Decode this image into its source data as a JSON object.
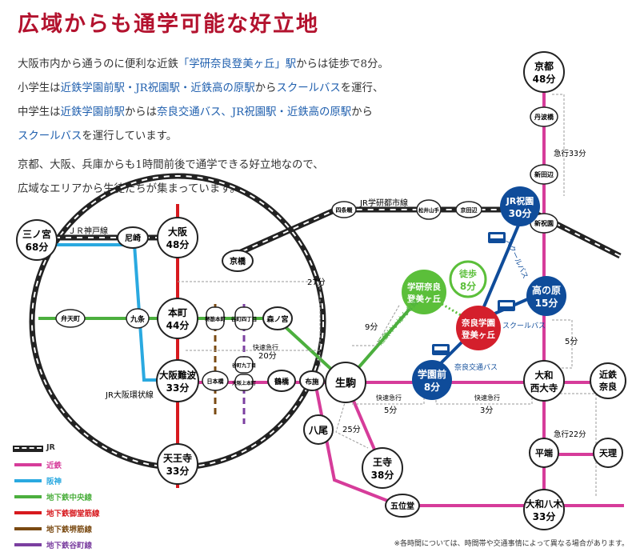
{
  "title": "広域からも通学可能な好立地",
  "intro": {
    "l1a": "大阪市内から通うのに便利な近鉄",
    "l1b": "「学研奈良登美ヶ丘」駅",
    "l1c": "からは徒歩で8分。",
    "l2a": "小学生は",
    "l2b": "近鉄学園前駅・JR祝園駅・近鉄高の原駅",
    "l2c": "から",
    "l2d": "スクールバス",
    "l2e": "を運行、",
    "l3a": "中学生は",
    "l3b": "近鉄学園前駅",
    "l3c": "からは",
    "l3d": "奈良交通バス、JR祝園駅・近鉄高の原駅",
    "l3e": "から",
    "l4a": "スクールバス",
    "l4b": "を運行しています。"
  },
  "intro2": {
    "l1": "京都、大阪、兵庫からも1時間前後で通学できる好立地なので、",
    "l2": "広域なエリアから生徒たちが集まっています。"
  },
  "colors": {
    "jr": "#222222",
    "kintetsu": "#d63c9a",
    "hanshin": "#2aa9e0",
    "chuo": "#4caf3e",
    "midosuji": "#d7191e",
    "sakaisuji": "#7a4a12",
    "tanimachi": "#7b3fa0",
    "school_blue": "#0f4c9a",
    "school_green": "#5bbf3a",
    "school_red": "#d41f2c"
  },
  "stations": {
    "sannomiya": {
      "name": "三ノ宮",
      "time": "68分"
    },
    "amagasaki": "尼崎",
    "osaka": {
      "name": "大阪",
      "time": "48分"
    },
    "kyobashi": "京橋",
    "hommachi": {
      "name": "本町",
      "time": "44分"
    },
    "bentencho": "弁天町",
    "kujo": "九条",
    "sakaisuji_hommachi": "堺筋本町",
    "tanimachi4": "谷町四丁目",
    "morinomiya": "森ノ宮",
    "nipponbashi": "日本橋",
    "osaka_uehommachi": "大阪上本町",
    "tanimachi9": "谷町九丁目",
    "namba": {
      "name": "大阪難波",
      "time": "33分"
    },
    "tsuruhashi": "鶴橋",
    "fuse": "布施",
    "ikoma": "生駒",
    "yao": "八尾",
    "tennoji": {
      "name": "天王寺",
      "time": "33分"
    },
    "oji": {
      "name": "王寺",
      "time": "38分"
    },
    "goidou": "五位堂",
    "gakuenmae": {
      "name": "学園前",
      "time": "8分"
    },
    "tomigaoka_green": {
      "name1": "学研奈良",
      "name2": "登美ヶ丘"
    },
    "school": {
      "name1": "奈良学園",
      "name2": "登美ヶ丘"
    },
    "walk": {
      "name": "徒歩",
      "time": "8分"
    },
    "iwafune": "四条畷",
    "matsuiyamate": "松井山手",
    "kyotanabe": "京田辺",
    "hosono": {
      "name": "JR祝園",
      "time": "30分"
    },
    "takanohara": {
      "name": "高の原",
      "time": "15分"
    },
    "kyoto": {
      "name": "京都",
      "time": "48分"
    },
    "tambabashi": "丹波橋",
    "shintanabe": "新田辺",
    "shinhosono": "新祝園",
    "yamato_saidaiji": {
      "name": "大和西大寺",
      "time": ""
    },
    "kintetsu_nara": "近鉄奈良",
    "hirahata": "平端",
    "tenri": "天理",
    "yamato_yagi": {
      "name": "大和八木",
      "time": "33分"
    }
  },
  "lines": {
    "jr_kobe": "ＪＲ神戸線",
    "jr_gakken": "JR学研都市線",
    "jr_loop": "JR大阪環状線",
    "kintetsu_keihanna": "近鉄けいはんな線",
    "school_bus": "スクールバス",
    "nara_kotsu_bus": "奈良交通バス",
    "rapid": "快速急行",
    "express": "急行",
    "express33": "急行33分",
    "express22": "急行22分",
    "t27": "27分",
    "t9": "9分",
    "t20": "20分",
    "t25": "25分",
    "t5a": "5分",
    "t3": "3分",
    "t5b": "5分"
  },
  "legend": [
    {
      "label": "JR",
      "color": "#222222"
    },
    {
      "label": "近鉄",
      "color": "#d63c9a"
    },
    {
      "label": "阪神",
      "color": "#2aa9e0"
    },
    {
      "label": "地下鉄中央線",
      "color": "#4caf3e"
    },
    {
      "label": "地下鉄御堂筋線",
      "color": "#d7191e"
    },
    {
      "label": "地下鉄堺筋線",
      "color": "#7a4a12"
    },
    {
      "label": "地下鉄谷町線",
      "color": "#7b3fa0"
    }
  ],
  "note": "※各時間については、時間帯や交通事情によって異なる場合があります。"
}
